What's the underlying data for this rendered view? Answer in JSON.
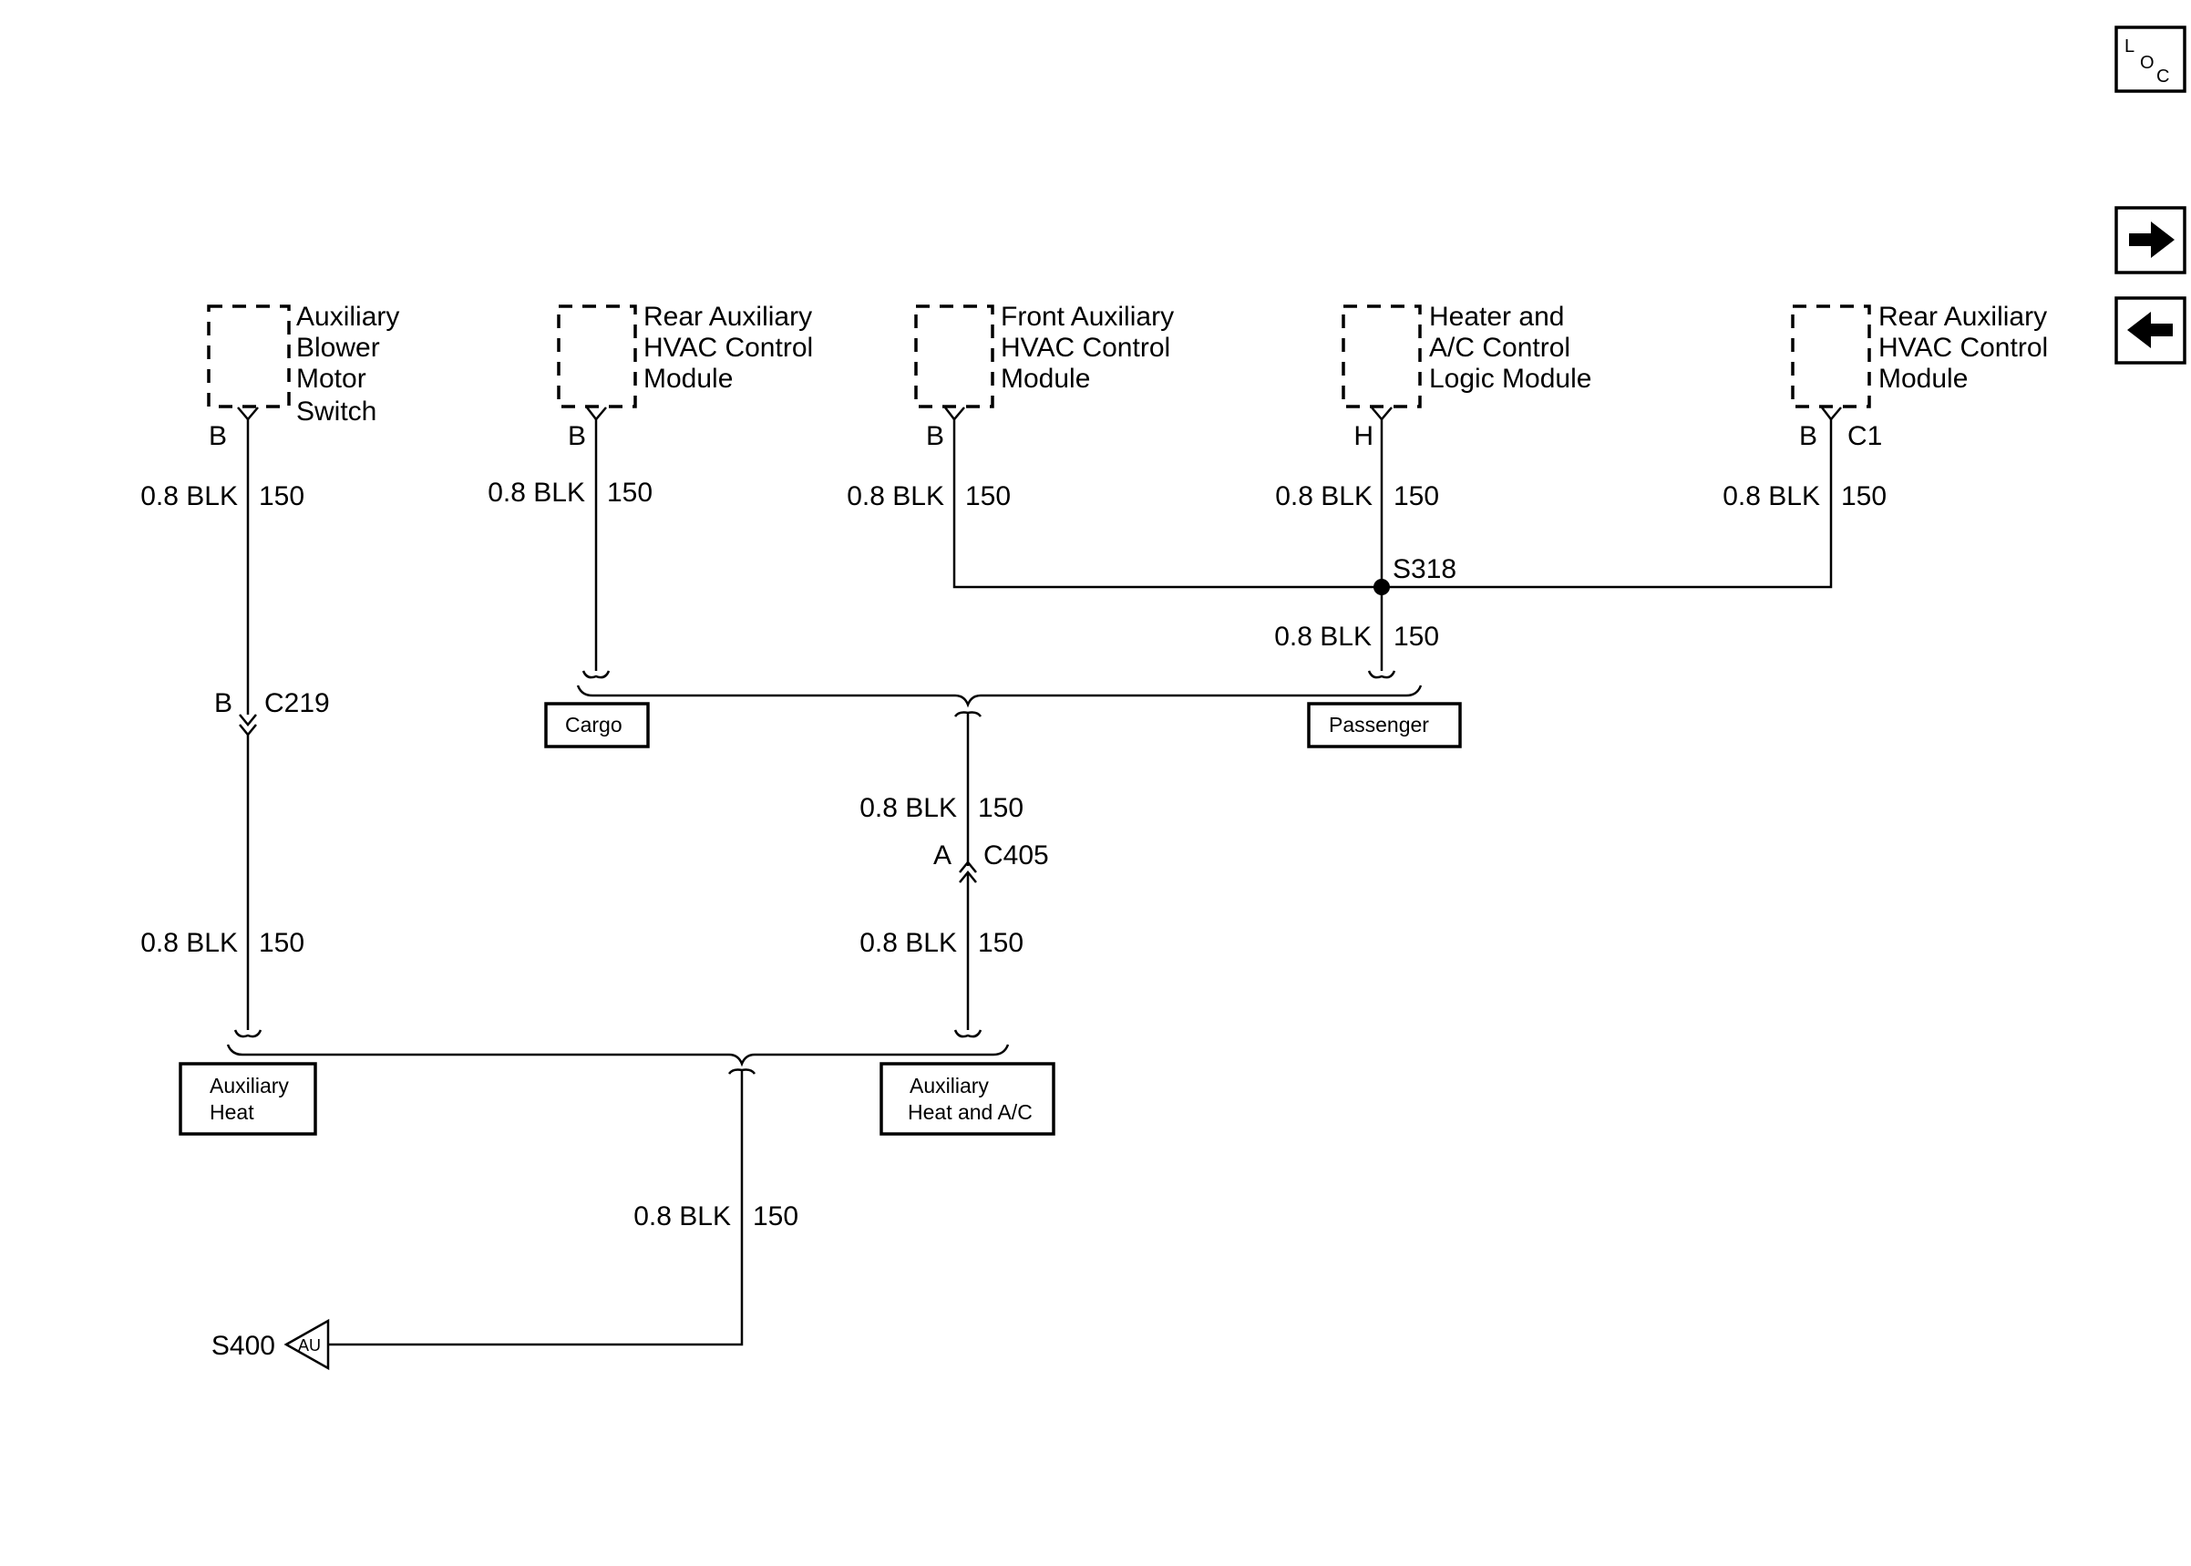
{
  "nav": {
    "locator_text": [
      "L",
      "O",
      "C"
    ],
    "next_icon": "arrow-right-icon",
    "prev_icon": "arrow-left-icon"
  },
  "components": {
    "aux_blower_switch": [
      "Auxiliary",
      "Blower",
      "Motor",
      "Switch"
    ],
    "rear_aux_hvac_1": [
      "Rear Auxiliary",
      "HVAC Control",
      "Module"
    ],
    "front_aux_hvac": [
      "Front Auxiliary",
      "HVAC Control",
      "Module"
    ],
    "heater_ac_logic": [
      "Heater and",
      "A/C Control",
      "Logic Module"
    ],
    "rear_aux_hvac_2": [
      "Rear Auxiliary",
      "HVAC Control",
      "Module"
    ]
  },
  "pins": {
    "aux_blower_switch": "B",
    "rear_aux_hvac_1": "B",
    "front_aux_hvac": "B",
    "heater_ac_logic": "H",
    "rear_aux_hvac_2": "B",
    "rear_aux_hvac_2_conn": "C1"
  },
  "wire": {
    "size_color": "0.8 BLK",
    "circuit": "150"
  },
  "splice": "S318",
  "connectors": {
    "c219": {
      "pin": "B",
      "name": "C219"
    },
    "c405": {
      "pin": "A",
      "name": "C405"
    }
  },
  "option_boxes": {
    "cargo": "Cargo",
    "passenger": "Passenger",
    "aux_heat": [
      "Auxiliary",
      "Heat"
    ],
    "aux_heat_ac": [
      "Auxiliary",
      "Heat and A/C"
    ]
  },
  "ground": {
    "ref": "S400",
    "symbol": "AU"
  }
}
